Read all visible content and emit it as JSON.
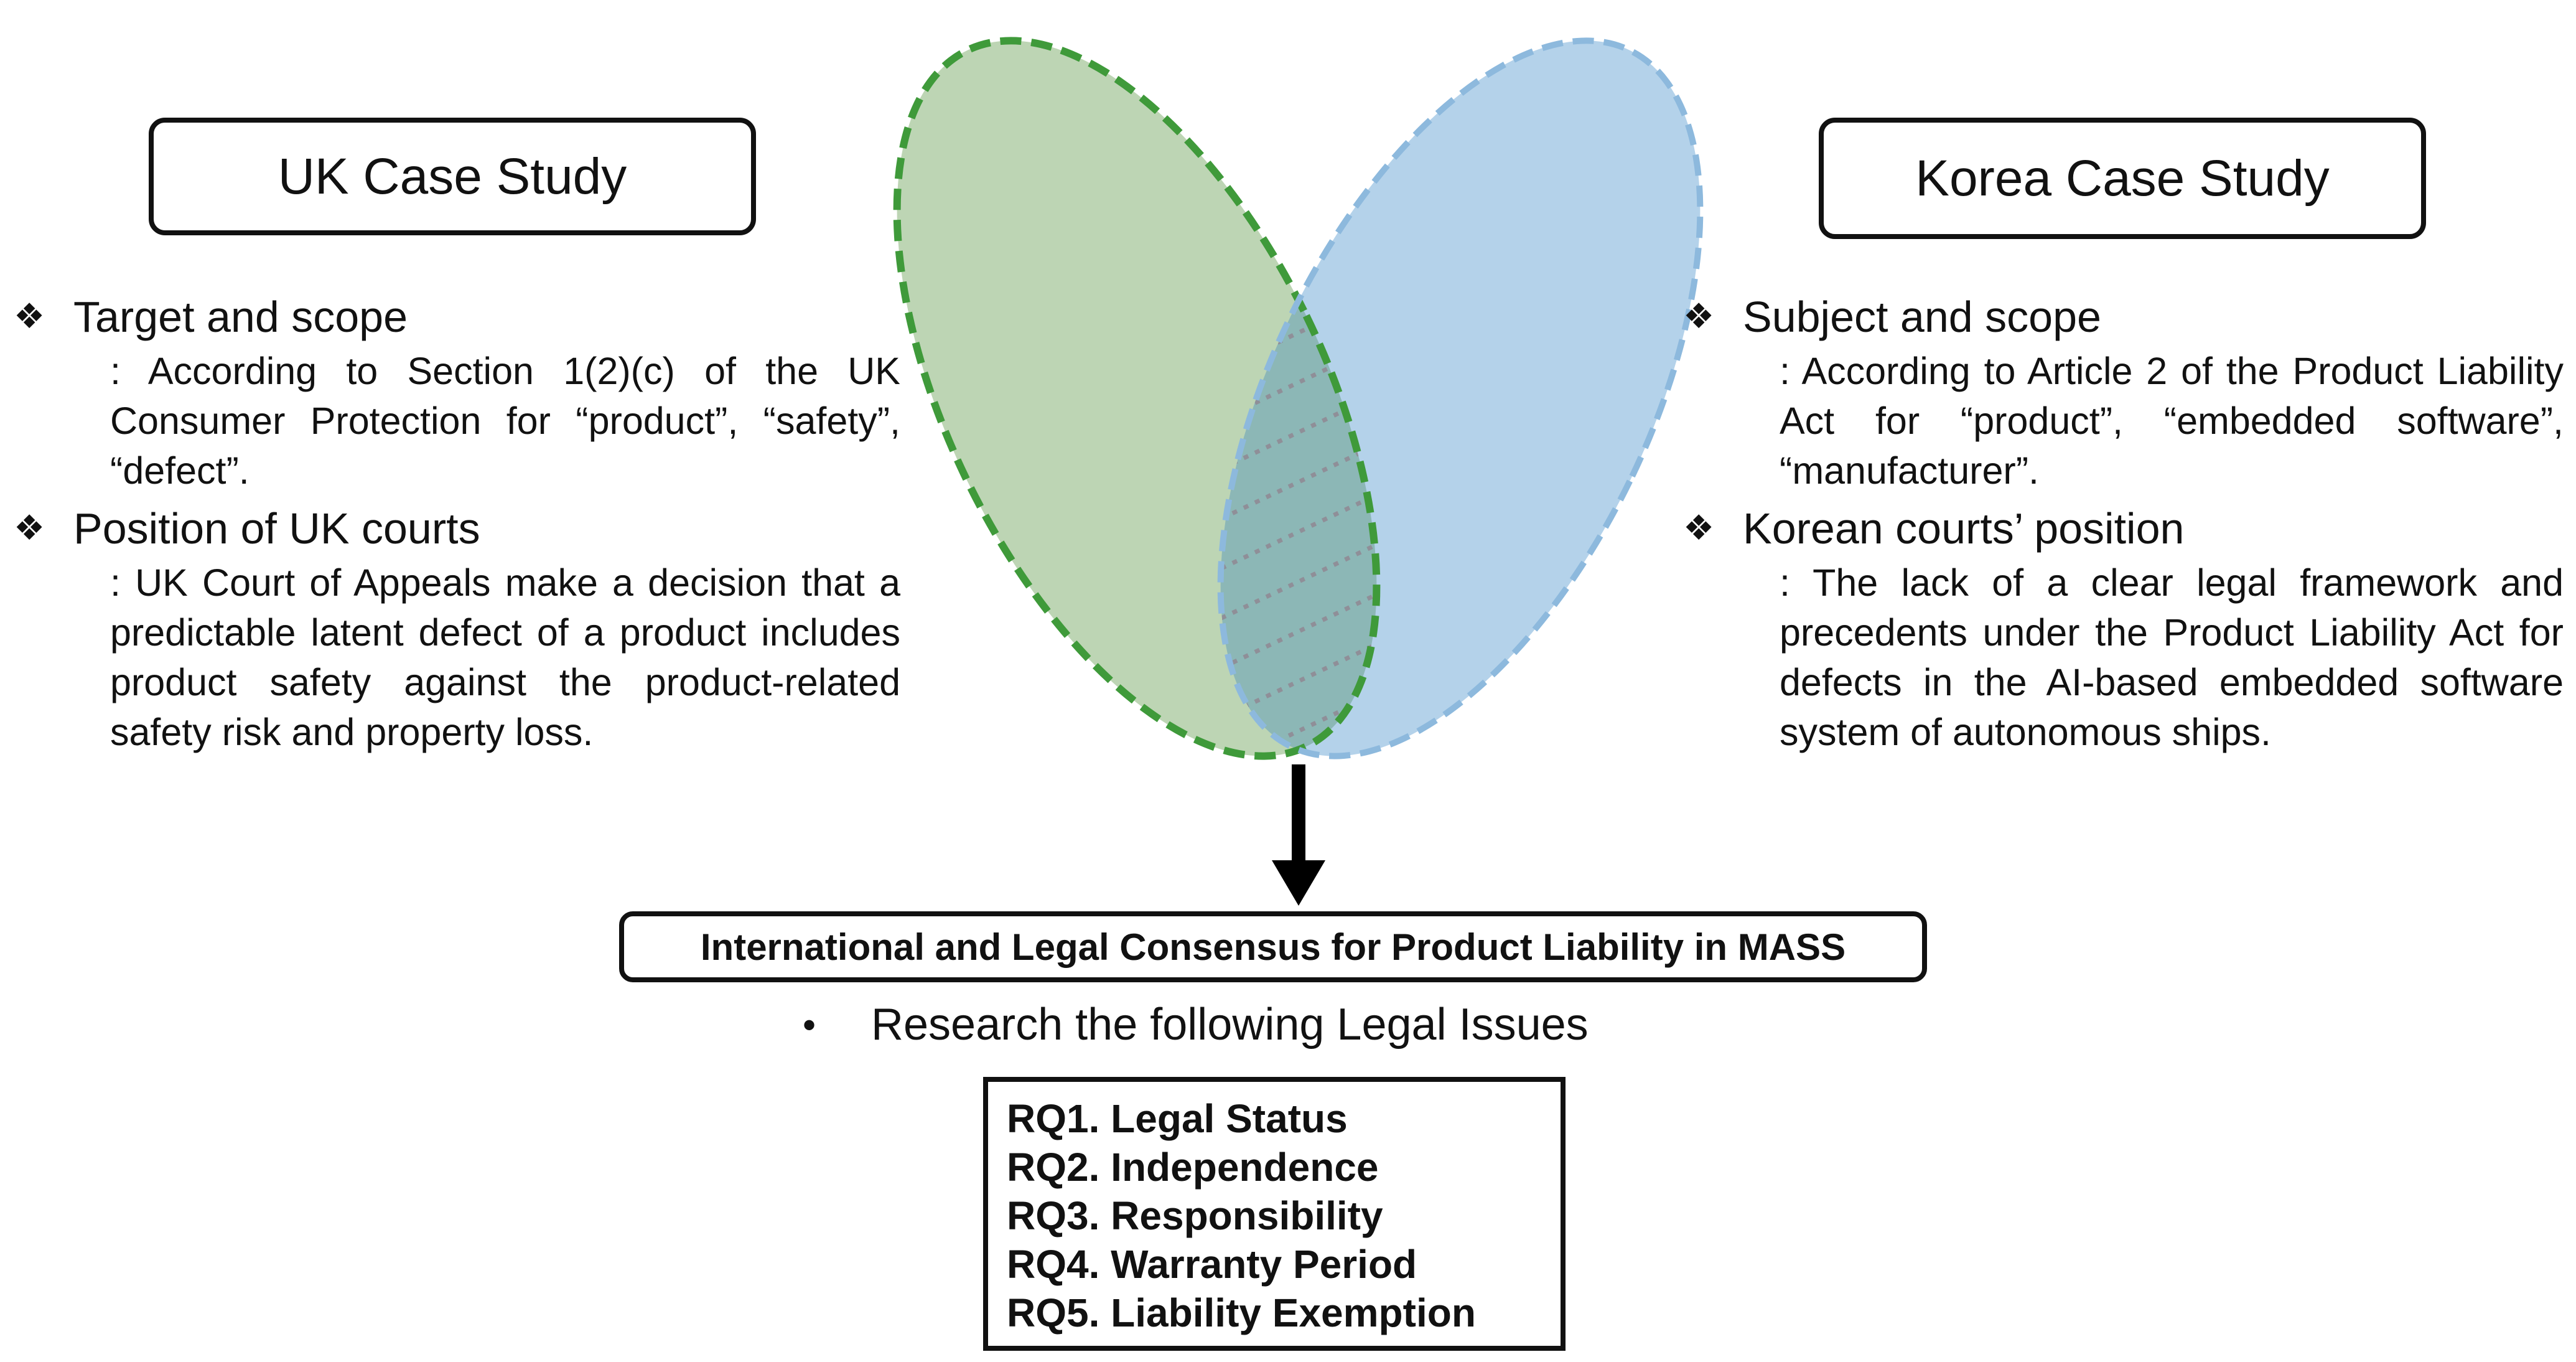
{
  "uk": {
    "title": "UK Case Study",
    "sections": [
      {
        "heading": "Target and scope",
        "text": ": According to Section 1(2)(c) of the UK Consumer Protection for “product”, “safety”, “defect”."
      },
      {
        "heading": "Position of UK courts",
        "text": ": UK Court of Appeals make a decision that a predictable latent defect of a product includes product safety against the product-related safety risk and property loss."
      }
    ]
  },
  "korea": {
    "title": "Korea Case Study",
    "sections": [
      {
        "heading": "Subject and scope",
        "text": ": According to Article 2 of the Product Liability Act for “product”, “embedded software”, “manufacturer”."
      },
      {
        "heading": "Korean courts’ position",
        "text": ": The lack of a clear legal framework and precedents under the Product Liability Act for defects in the AI-based embedded software system of autonomous ships."
      }
    ]
  },
  "bullet_symbol": "❖",
  "consensus": {
    "title": "International and Legal Consensus for Product Liability in MASS",
    "bullet": "•",
    "subtitle": "Research the following Legal Issues"
  },
  "research_questions": [
    "RQ1. Legal Status",
    "RQ2. Independence",
    "RQ3. Responsibility",
    "RQ4. Warranty Period",
    "RQ5. Liability Exemption"
  ],
  "colors": {
    "green_fill": "#bdd5b4",
    "green_stroke": "#3f9a3a",
    "blue_fill": "#b4d2ea",
    "blue_stroke": "#8db9dd",
    "overlap_fill": "#8cb7b6",
    "hatch": "#8f8f98"
  }
}
